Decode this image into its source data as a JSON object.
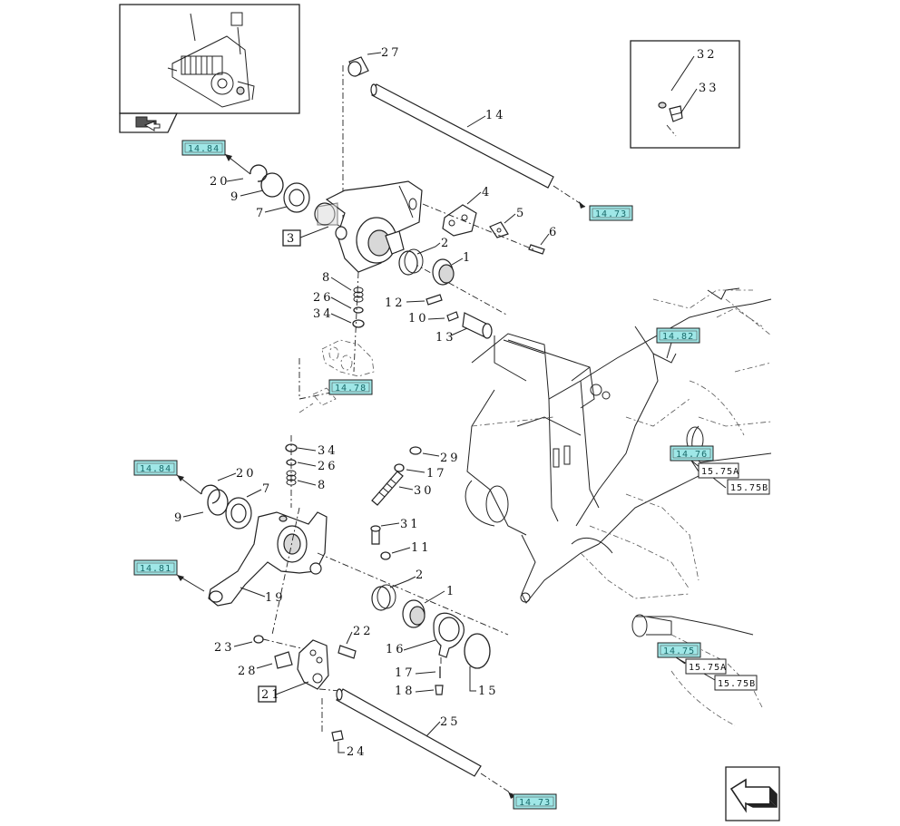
{
  "callouts": {
    "n1a": "1",
    "n1b": "1",
    "n2a": "2",
    "n2b": "2",
    "n3": "3",
    "n4": "4",
    "n5": "5",
    "n6": "6",
    "n7a": "7",
    "n7b": "7",
    "n8a": "8",
    "n8b": "8",
    "n9a": "9",
    "n9b": "9",
    "n10": "10",
    "n11": "11",
    "n12": "12",
    "n13": "13",
    "n14": "14",
    "n15": "15",
    "n16": "16",
    "n17a": "17",
    "n17b": "17",
    "n18": "18",
    "n19": "19",
    "n20a": "20",
    "n20b": "20",
    "n21": "21",
    "n22": "22",
    "n23": "23",
    "n24": "24",
    "n25": "25",
    "n26a": "26",
    "n26b": "26",
    "n27": "27",
    "n28": "28",
    "n29": "29",
    "n30": "30",
    "n31": "31",
    "n32": "32",
    "n33": "33",
    "n34a": "34",
    "n34b": "34"
  },
  "references": {
    "r1": "14.84",
    "r2": "14.73",
    "r3": "14.82",
    "r4": "14.78",
    "r5": "14.76",
    "r6": "15.75A",
    "r7": "15.75B",
    "r8": "14.84",
    "r9": "14.81",
    "r10": "14.75",
    "r11": "15.75A",
    "r12": "15.75B",
    "r13": "14.73"
  },
  "colors": {
    "reference_fill": "#9fe7e7",
    "line": "#222222"
  },
  "icons": {
    "thumbnail_nav": "folder-arrow-icon",
    "corner_nav": "next-page-arrow-icon"
  }
}
